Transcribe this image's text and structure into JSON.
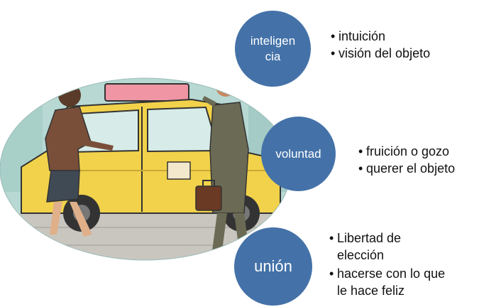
{
  "diagram": {
    "nodes": [
      {
        "label": "inteligencia",
        "color": "#4472a8",
        "bullets": [
          "intuición",
          "visión del objeto"
        ]
      },
      {
        "label": "voluntad",
        "color": "#4472a8",
        "bullets": [
          "fruición  o gozo",
          "querer el objeto"
        ]
      },
      {
        "label": "unión",
        "color": "#4472a8",
        "bullets": [
          "Libertad de elección",
          "hacerse con lo que le hace feliz"
        ]
      }
    ],
    "illustration": {
      "subject": "taxi-street-scene",
      "taxi_color": "#f2d24a",
      "background_color": "#b7d8d3"
    }
  }
}
